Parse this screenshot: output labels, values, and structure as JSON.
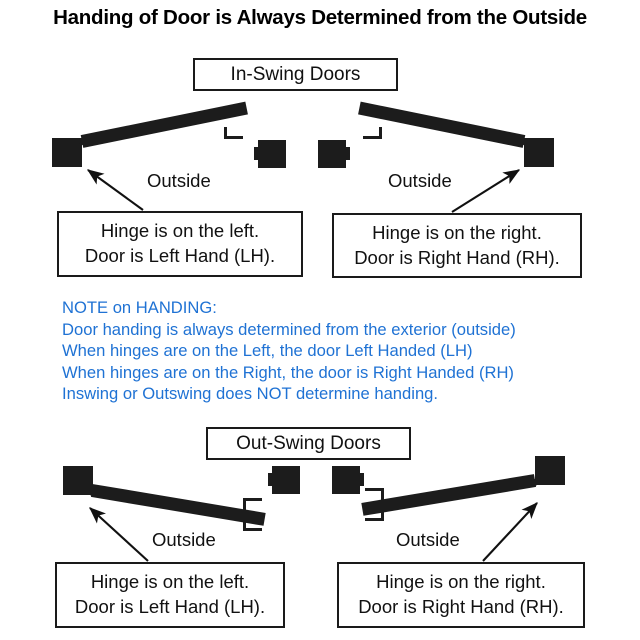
{
  "title": "Handing of Door is Always Determined from the Outside",
  "sections": [
    {
      "id": "in-swing",
      "heading": "In-Swing Doors",
      "doors": [
        {
          "side": "left",
          "outside_label": "Outside",
          "callout_line1": "Hinge is on the left.",
          "callout_line2": "Door is Left Hand (LH)."
        },
        {
          "side": "right",
          "outside_label": "Outside",
          "callout_line1": "Hinge is on the right.",
          "callout_line2": "Door is Right Hand (RH)."
        }
      ]
    },
    {
      "id": "out-swing",
      "heading": "Out-Swing Doors",
      "doors": [
        {
          "side": "left",
          "outside_label": "Outside",
          "callout_line1": "Hinge is on the left.",
          "callout_line2": "Door is Left Hand (LH)."
        },
        {
          "side": "right",
          "outside_label": "Outside",
          "callout_line1": "Hinge is on the right.",
          "callout_line2": "Door is Right Hand (RH)."
        }
      ]
    }
  ],
  "note": {
    "heading": "NOTE on HANDING:",
    "lines": [
      "Door handing is always determined from the exterior (outside)",
      "When hinges are on the Left, the door Left Handed (LH)",
      "When hinges are on the Right, the door is Right Handed (RH)",
      "Inswing or Outswing does NOT determine handing."
    ]
  },
  "colors": {
    "ink": "#1c1c1c",
    "note_blue": "#1f72d4",
    "paper": "#ffffff"
  }
}
